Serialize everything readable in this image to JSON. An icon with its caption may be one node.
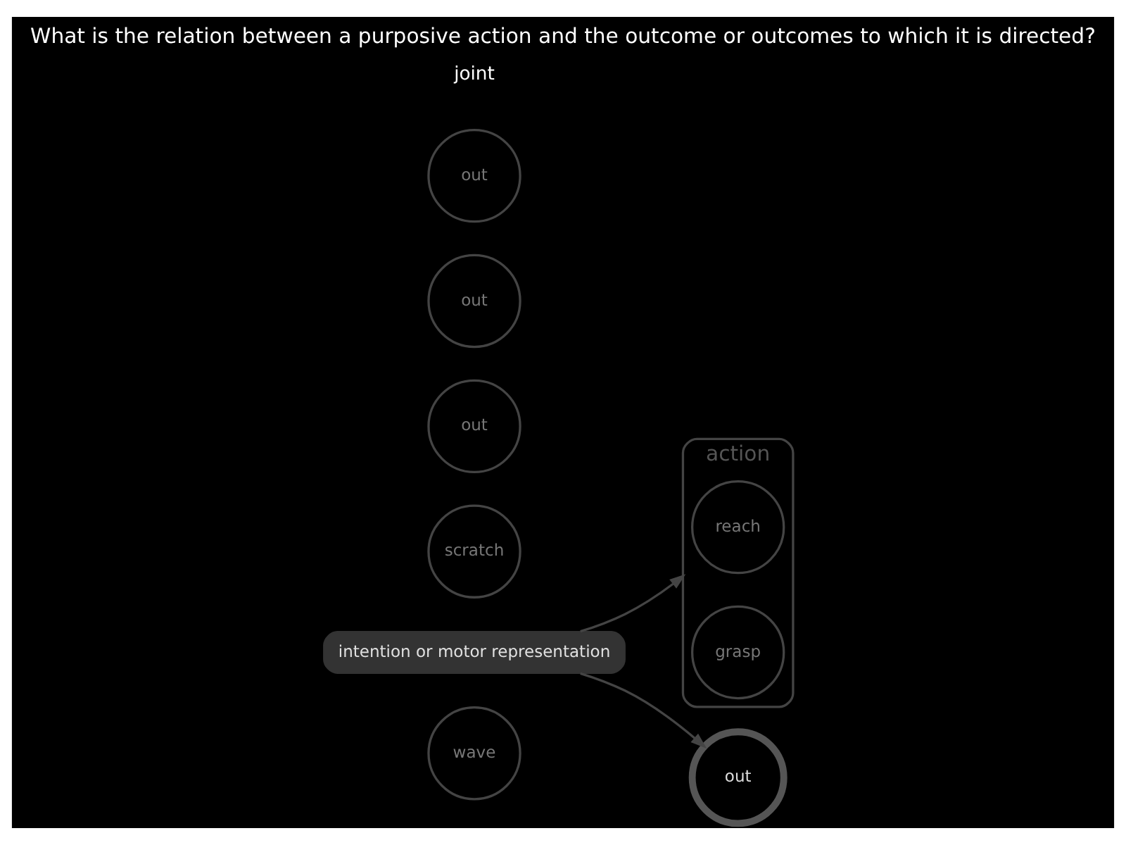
{
  "diagram": {
    "title": "What is the relation between a purposive action and the outcome or outcomes to which it is directed?",
    "nodes": [
      {
        "text": [
          "wave"
        ]
      },
      {
        "text": [
          "action"
        ]
      },
      {
        "text": [
          "reach"
        ],
        "in": 1
      },
      {
        "text": [
          "grasp"
        ],
        "in": 1
      },
      {
        "text": [
          "scratch"
        ]
      },
      {
        "text": [
          "out"
        ]
      },
      {
        "text": [
          "out"
        ]
      },
      {
        "text": [
          "out"
        ]
      },
      {
        "text": [
          "out"
        ]
      },
      {
        "text": [
          "intention or motor representation"
        ]
      }
    ],
    "edges": [
      {
        "from": 9,
        "to": 1,
        "arrow": "to"
      },
      {
        "from": 9,
        "to": 6,
        "arrow": "to"
      }
    ],
    "labels": [
      "joint"
    ]
  }
}
